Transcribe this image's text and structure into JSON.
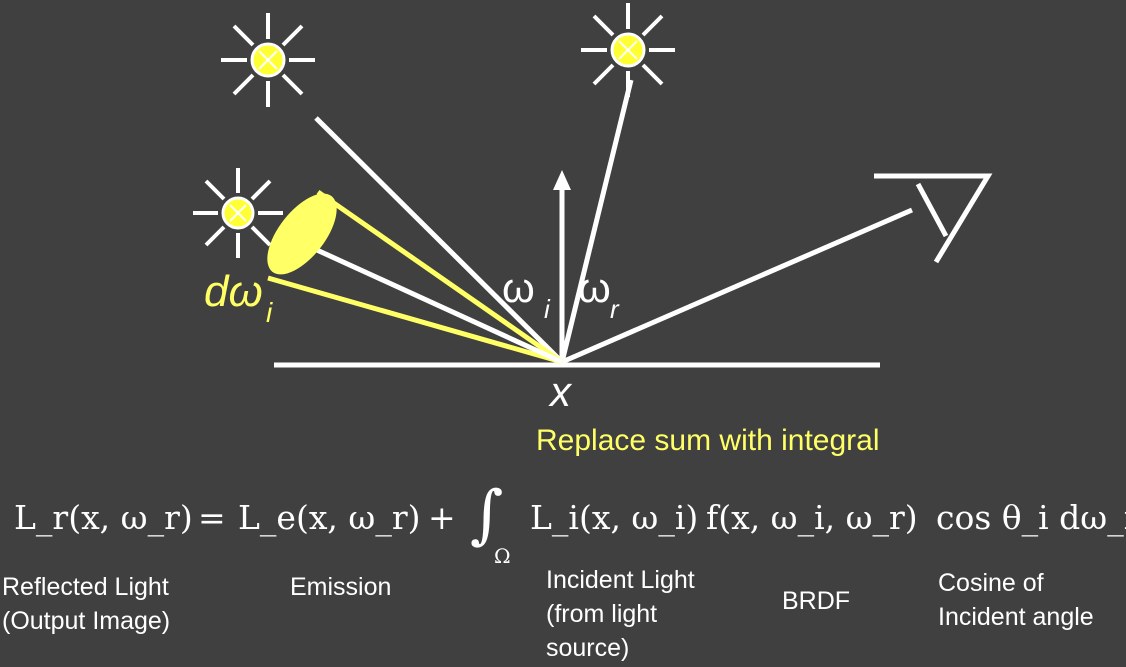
{
  "diagram": {
    "labels": {
      "d_omega": "dω",
      "d_omega_sub": "i",
      "omega_i": "ω",
      "omega_i_sub": "i",
      "omega_r": "ω",
      "omega_r_sub": "r",
      "point": "x"
    },
    "note": "Replace sum with integral",
    "colors": {
      "background": "#404040",
      "highlight": "#ffff66",
      "line": "#ffffff"
    },
    "icons": [
      "sun-icon",
      "sun-icon",
      "sun-icon",
      "eye-icon"
    ]
  },
  "equation": {
    "lhs": "L_r(x, ω_r)",
    "eq": "=",
    "emission": "L_e(x, ω_r)",
    "plus": "+",
    "integral": "∫",
    "domain": "Ω",
    "incident": "L_i(x, ω_i)",
    "brdf": "f(x, ω_i, ω_r)",
    "cosine": "cos θ_i dω_i"
  },
  "captions": {
    "reflected": "Reflected Light (Output Image)",
    "emission": "Emission",
    "incident": "Incident Light (from light source)",
    "brdf": "BRDF",
    "cosine": "Cosine of Incident angle"
  }
}
